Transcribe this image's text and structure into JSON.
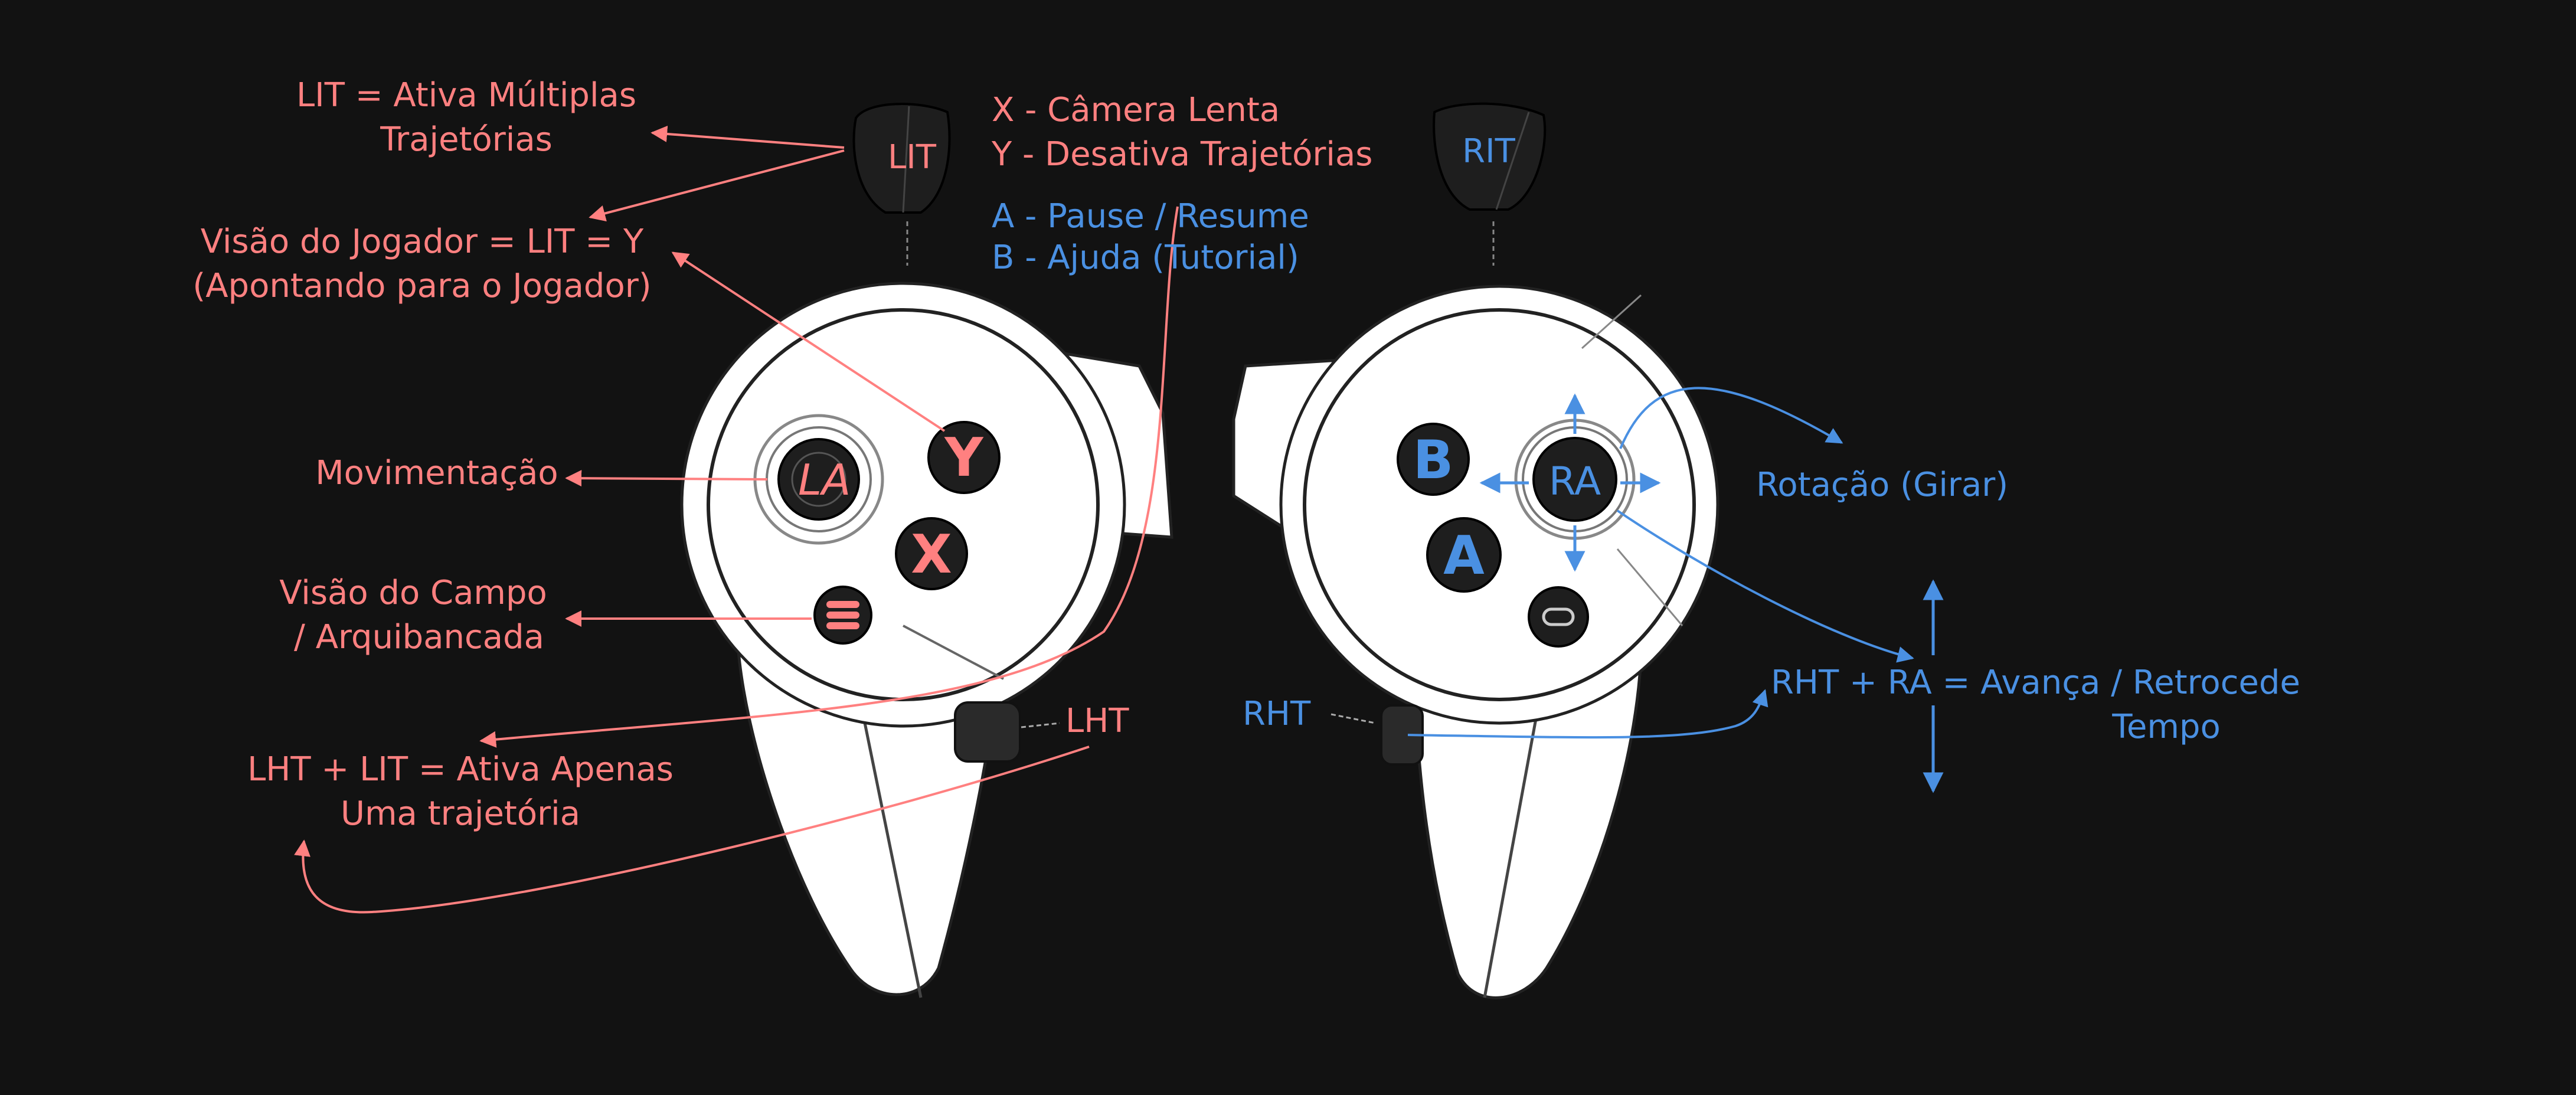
{
  "colors": {
    "background": "#121212",
    "left_annotation": "#ff8080",
    "right_annotation": "#4a90e2",
    "controller_body": "#ffffff",
    "button_dark": "#1e1e1e"
  },
  "left_controller": {
    "trigger_label": "LIT",
    "stick_label": "LA",
    "button_y": "Y",
    "button_x": "X",
    "grip_label": "LHT"
  },
  "right_controller": {
    "trigger_label": "RIT",
    "stick_label": "RA",
    "button_b": "B",
    "button_a": "A",
    "grip_label": "RHT"
  },
  "annotations": {
    "lit_multiple": [
      "LIT = Ativa Múltiplas",
      "Trajetórias"
    ],
    "player_view": [
      "Visão do Jogador = LIT = Y",
      "(Apontando para o Jogador)"
    ],
    "movement": "Movimentação",
    "field_view": [
      "Visão do Campo",
      "/ Arquibancada"
    ],
    "single_trajectory": [
      "LHT + LIT = Ativa Apenas",
      "Uma trajetória"
    ],
    "button_x_desc": "X - Câmera Lenta",
    "button_y_desc": "Y - Desativa Trajetórias",
    "button_a_desc": "A - Pause / Resume",
    "button_b_desc": "B - Ajuda (Tutorial)",
    "rotation": "Rotação (Girar)",
    "time_control_line1": "RHT  + RA = Avança / Retrocede",
    "time_control_line2": "Tempo"
  }
}
